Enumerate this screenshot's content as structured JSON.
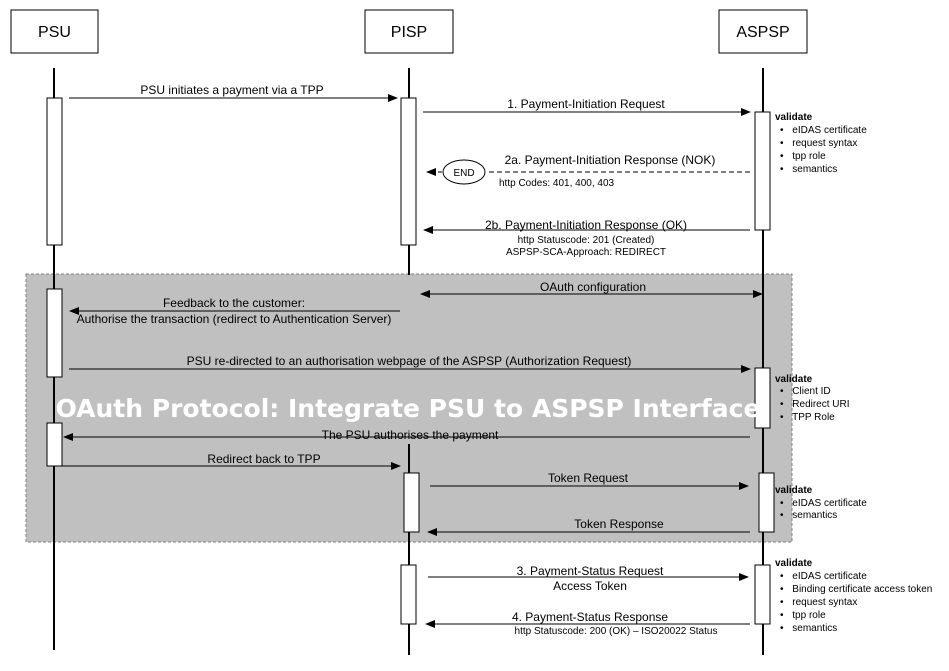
{
  "participants": {
    "psu": "PSU",
    "pisp": "PISP",
    "aspsp": "ASPSP"
  },
  "messages": {
    "m1": "PSU initiates a payment via a TPP",
    "m2": "1. Payment-Initiation Request",
    "m3": "2a. Payment-Initiation Response (NOK)",
    "m3_sub": "http Codes: 401, 400, 403",
    "end": "END",
    "m4": "2b. Payment-Initiation Response (OK)",
    "m4_sub1": "http Statuscode: 201 (Created)",
    "m4_sub2": "ASPSP-SCA-Approach: REDIRECT",
    "m5": "OAuth configuration",
    "m6_line1": "Feedback to the customer:",
    "m6_line2": "Authorise the transaction (redirect to Authentication Server)",
    "m7": "PSU re-directed to an authorisation webpage of the ASPSP (Authorization Request)",
    "m8": "The PSU authorises the payment",
    "m9": "Redirect back to TPP",
    "m10": "Token Request",
    "m11": "Token Response",
    "m12_line1": "3. Payment-Status Request",
    "m12_line2": "Access Token",
    "m13": "4. Payment-Status Response",
    "m13_sub": "http Statuscode: 200 (OK) – ISO20022 Status"
  },
  "oauth_box": {
    "title": "OAuth Protocol: Integrate PSU to ASPSP Interface"
  },
  "validations": {
    "v1": {
      "title": "validate",
      "items": [
        "eIDAS certificate",
        "request syntax",
        "tpp role",
        "semantics"
      ]
    },
    "v2": {
      "title": "validate",
      "items": [
        "Client ID",
        "Redirect URI",
        "TPP Role"
      ]
    },
    "v3": {
      "title": "validate",
      "items": [
        "eIDAS certificate",
        "semantics"
      ]
    },
    "v4": {
      "title": "validate",
      "items": [
        "eIDAS certificate",
        "Binding certificate access token",
        "request syntax",
        "tpp role",
        "semantics"
      ]
    }
  },
  "colors": {
    "oauth_fill": "#c0c0c0",
    "oauth_border": "#808080"
  }
}
